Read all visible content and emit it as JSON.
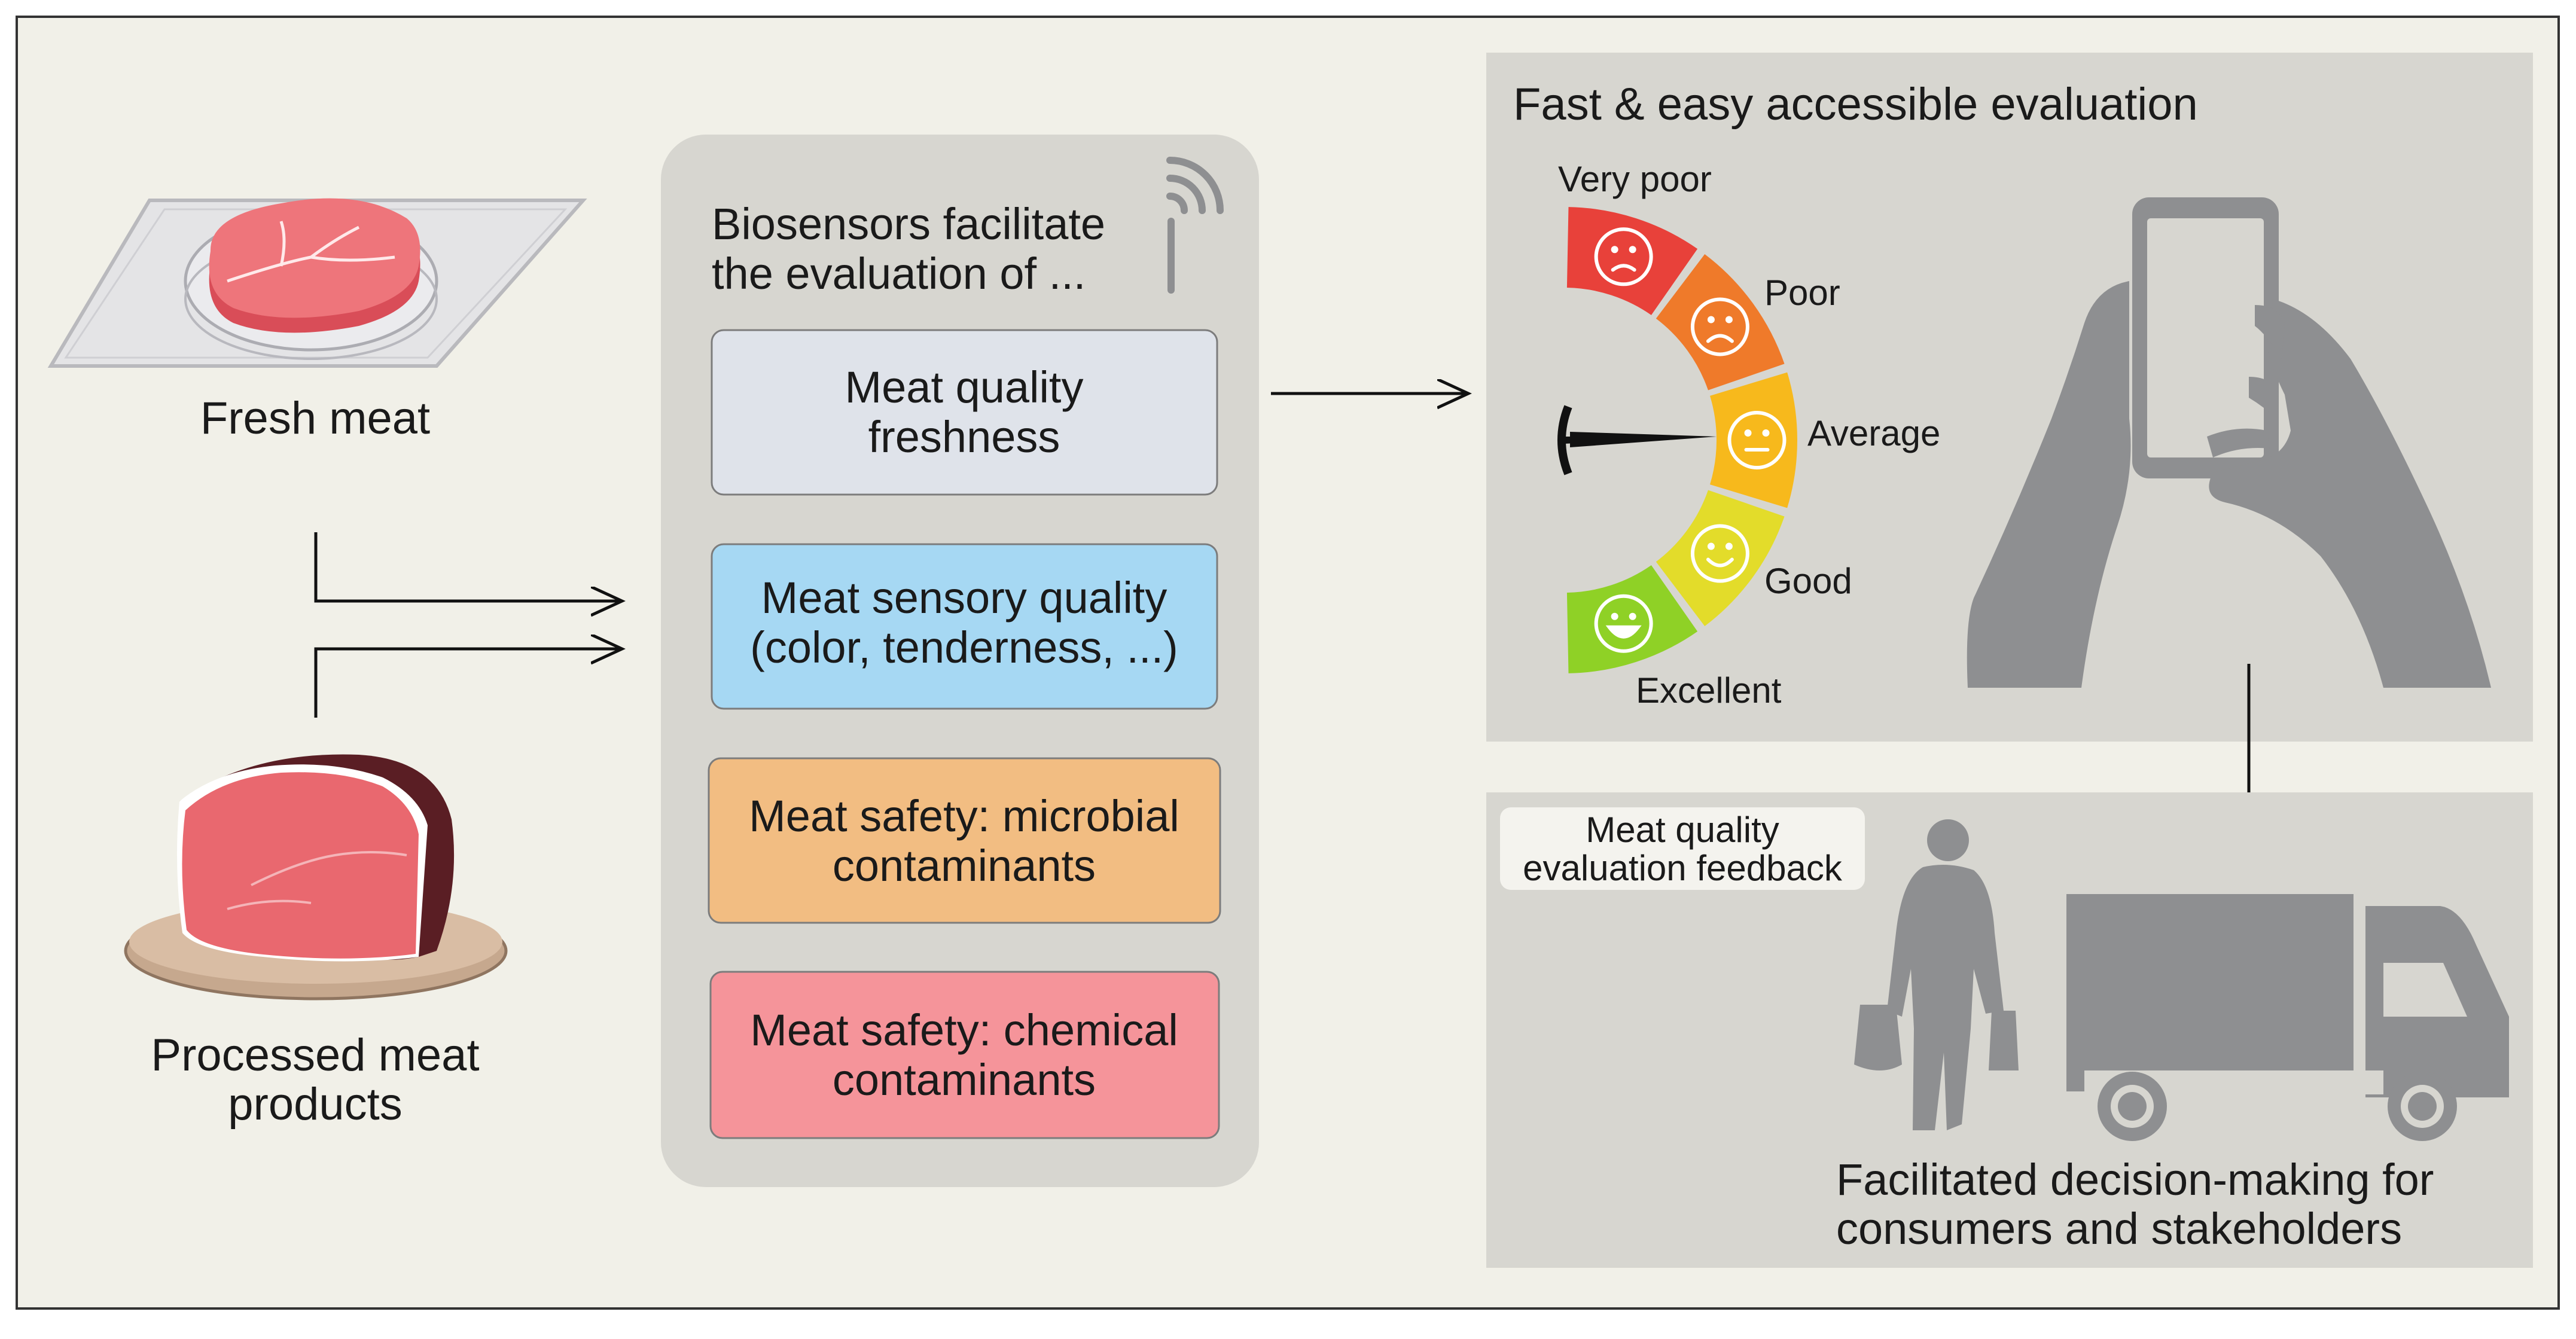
{
  "inputs": {
    "fresh_meat_label": "Fresh meat",
    "processed_meat_label_line1": "Processed meat",
    "processed_meat_label_line2": "products"
  },
  "biosensor_panel": {
    "title_line1": "Biosensors facilitate",
    "title_line2": "the evaluation of ...",
    "boxes": [
      {
        "line1": "Meat quality",
        "line2": "freshness",
        "color": "#dfe3ea"
      },
      {
        "line1": "Meat sensory quality",
        "line2": "(color, tenderness, ...)",
        "color": "#a6d8f3"
      },
      {
        "line1": "Meat safety: microbial",
        "line2": "contaminants",
        "color": "#f2bd82"
      },
      {
        "line1": "Meat safety: chemical",
        "line2": "contaminants",
        "color": "#f5949a"
      }
    ]
  },
  "evaluation_panel": {
    "title": "Fast & easy accessible evaluation",
    "gauge_levels": [
      {
        "label": "Very poor",
        "color": "#e8413a"
      },
      {
        "label": "Poor",
        "color": "#ef7a2a"
      },
      {
        "label": "Average",
        "color": "#f7b91c"
      },
      {
        "label": "Good",
        "color": "#e3dc2a"
      },
      {
        "label": "Excellent",
        "color": "#8fd126"
      }
    ]
  },
  "decision_panel": {
    "feedback_line1": "Meat quality",
    "feedback_line2": "evaluation feedback",
    "caption_line1": "Facilitated decision-making for",
    "caption_line2": "consumers and stakeholders"
  },
  "colors": {
    "background": "#f1f0e8",
    "panel_gray": "#d7d6d0",
    "silhouette": "#8e8f91",
    "meat": "#e9686f",
    "meat_dark": "#5a1e24"
  }
}
